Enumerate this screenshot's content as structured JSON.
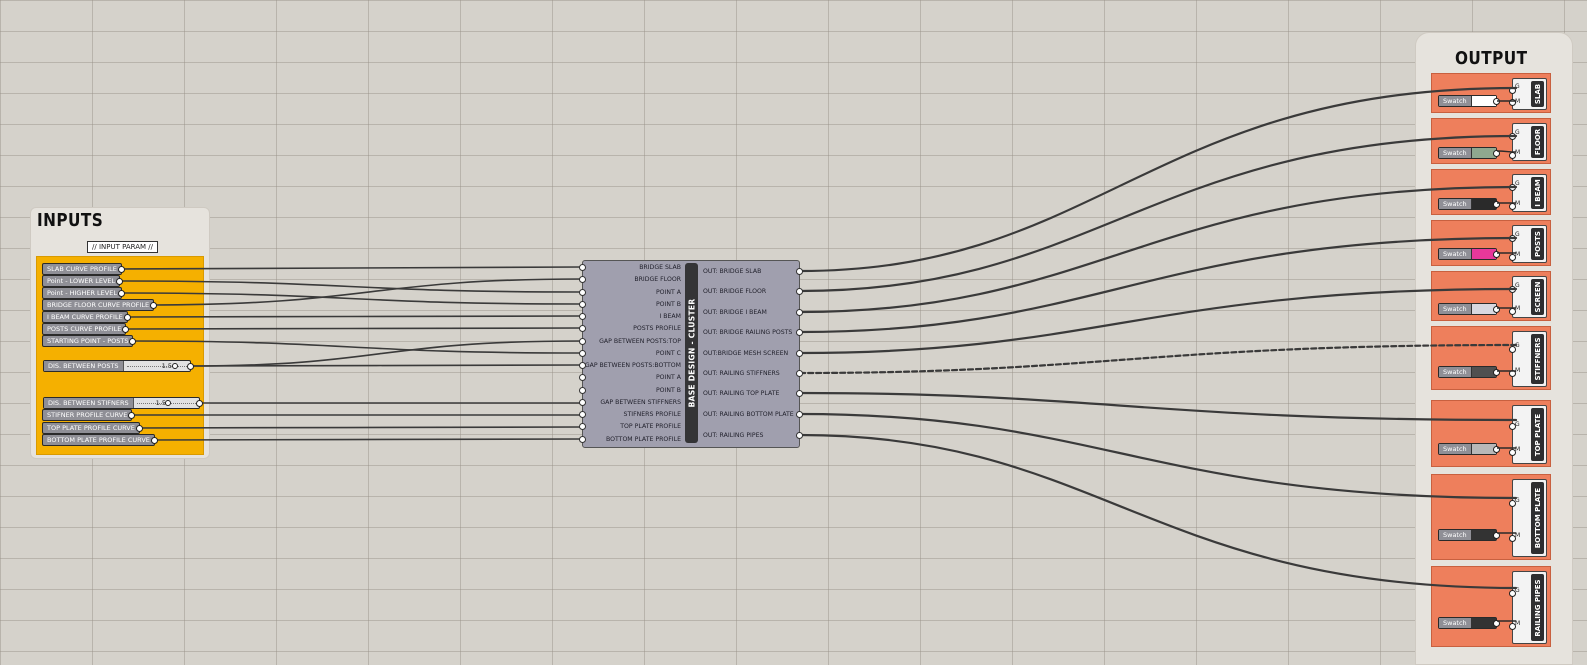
{
  "colors": {
    "canvas": "#d5d2cb",
    "input_group": "#f5b000",
    "param_fill": "#8f8f96",
    "cluster_fill": "#a09fae",
    "output_card": "#ee7f5c",
    "wire": "#3a3a3a"
  },
  "inputs": {
    "title": "INPUTS",
    "scribble": "// INPUT PARAM //",
    "params": [
      "SLAB CURVE PROFILE",
      "Point - LOWER LEVEL",
      "Point - HIGHER LEVEL",
      "BRIDGE FLOOR CURVE PROFILE",
      "I BEAM CURVE PROFILE",
      "POSTS CURVE PROFILE",
      "STARTING POINT - POSTS"
    ],
    "slider_posts": {
      "label": "DIS. BETWEEN POSTS",
      "value": "1.5"
    },
    "slider_stiffners": {
      "label": "DIS. BETWEEN STIFNERS",
      "value": "1.5"
    },
    "params_lower": [
      "STIFNER PROFILE CURVE",
      "TOP PLATE PROFILE CURVE",
      "BOTTOM PLATE PROFILE CURVE"
    ]
  },
  "cluster": {
    "title": "BASE DESIGN - CLUSTER",
    "inputs": [
      "BRIDGE SLAB",
      "BRIDGE FLOOR",
      "POINT A",
      "POINT B",
      "I BEAM",
      "POSTS PROFILE",
      "GAP BETWEEN POSTS:TOP",
      "POINT C",
      "GAP BETWEEN POSTS:BOTTOM",
      "POINT A",
      "POINT B",
      "GAP BETWEEN STIFFNERS",
      "STIFNERS PROFILE",
      "TOP PLATE PROFILE",
      "BOTTOM PLATE PROFILE"
    ],
    "outputs": [
      "OUT: BRIDGE SLAB",
      "OUT: BRIDGE FLOOR",
      "OUT: BRIDGE I BEAM",
      "OUT: BRIDGE RAILING POSTS",
      "OUT:BRIDGE MESH SCREEN",
      "OUT: RAILING STIFFNERS",
      "OUT: RAILING TOP PLATE",
      "OUT: RAILING BOTTOM PLATE",
      "OUT: RAILING PIPES"
    ]
  },
  "output": {
    "title": "OUTPUT",
    "swatch_label": "Swatch",
    "g_label": "G",
    "m_label": "M",
    "items": [
      {
        "name": "SLAB",
        "color": "#ffffff"
      },
      {
        "name": "FLOOR",
        "color": "#8fa88f"
      },
      {
        "name": "I BEAM",
        "color": "#2a2a2a"
      },
      {
        "name": "POSTS",
        "color": "#e8389a"
      },
      {
        "name": "SCREEN",
        "color": "#d8d8e0"
      },
      {
        "name": "STIFFNERS",
        "color": "#505050"
      },
      {
        "name": "TOP PLATE",
        "color": "#b8b8b8"
      },
      {
        "name": "BOTTOM PLATE",
        "color": "#333333"
      },
      {
        "name": "RAILING PIPES",
        "color": "#333333"
      }
    ]
  }
}
